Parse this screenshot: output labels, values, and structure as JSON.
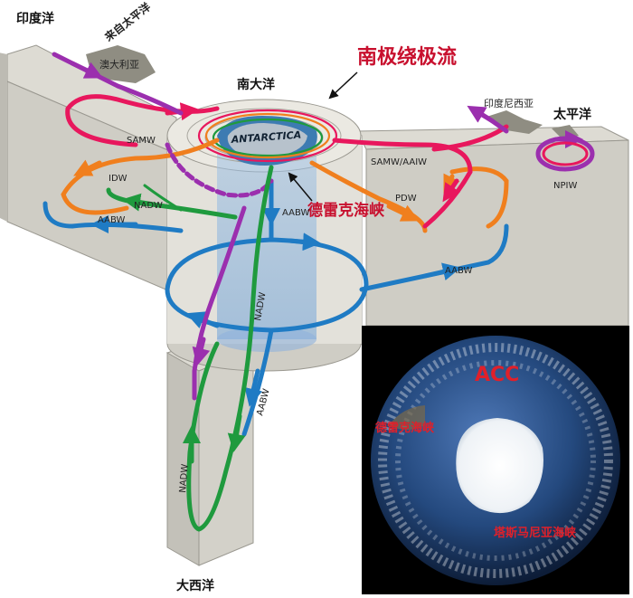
{
  "oceans": {
    "indian": "印度洋",
    "southern": "南大洋",
    "pacific": "太平洋",
    "atlantic": "大西洋"
  },
  "places": {
    "from_pacific": "来自太平洋",
    "australia": "澳大利亚",
    "indonesia": "印度尼西亚",
    "antarctica": "ANTARCTICA"
  },
  "callouts": {
    "acc_title": "南极绕极流",
    "drake": "德雷克海峡"
  },
  "water_masses": {
    "samw": "SAMW",
    "idw": "IDW",
    "nadw_left": "NADW",
    "aabw_left": "AABW",
    "samw_aaiw": "SAMW/AAIW",
    "pdw": "PDW",
    "npiw": "NPIW",
    "aabw_right": "AABW",
    "aabw_center": "AABW",
    "nadw_center": "NADW",
    "aabw_atlantic": "AABW",
    "nadw_atlantic": "NADW"
  },
  "inset": {
    "acc": "ACC",
    "drake": "德雷克海峡",
    "tasmania": "塔斯马尼亚海峡"
  },
  "colors": {
    "purple": "#9b2fae",
    "pink": "#e8175d",
    "orange": "#f07f1e",
    "green": "#1f9a3e",
    "blue": "#1f7bc4",
    "accent_red": "#c8102e"
  }
}
